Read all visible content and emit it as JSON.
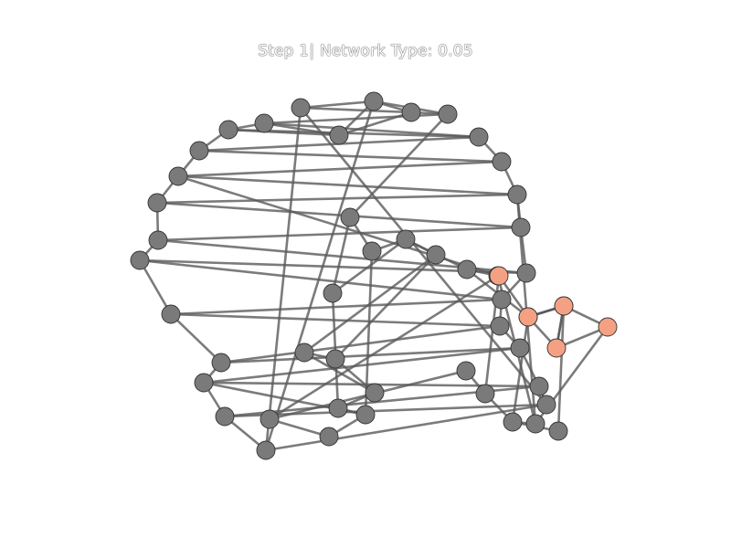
{
  "title": "Step 1| Network Type: 0.05",
  "colors": {
    "default_node": "#7a7a7a",
    "highlight_node": "#f4a183",
    "edge": "#5a5a5a"
  },
  "graph": {
    "nodes": [
      {
        "id": 0,
        "highlight": false
      },
      {
        "id": 1,
        "highlight": false
      },
      {
        "id": 2,
        "highlight": false
      },
      {
        "id": 3,
        "highlight": false
      },
      {
        "id": 4,
        "highlight": false
      },
      {
        "id": 5,
        "highlight": false
      },
      {
        "id": 6,
        "highlight": false
      },
      {
        "id": 7,
        "highlight": false
      },
      {
        "id": 8,
        "highlight": false
      },
      {
        "id": 9,
        "highlight": false
      },
      {
        "id": 10,
        "highlight": false
      },
      {
        "id": 11,
        "highlight": false
      },
      {
        "id": 12,
        "highlight": false
      },
      {
        "id": 13,
        "highlight": false
      },
      {
        "id": 14,
        "highlight": false
      },
      {
        "id": 15,
        "highlight": false
      },
      {
        "id": 16,
        "highlight": false
      },
      {
        "id": 17,
        "highlight": false
      },
      {
        "id": 18,
        "highlight": false
      },
      {
        "id": 19,
        "highlight": false
      },
      {
        "id": 20,
        "highlight": false
      },
      {
        "id": 21,
        "highlight": false
      },
      {
        "id": 22,
        "highlight": false
      },
      {
        "id": 23,
        "highlight": false
      },
      {
        "id": 24,
        "highlight": false
      },
      {
        "id": 25,
        "highlight": false
      },
      {
        "id": 26,
        "highlight": false
      },
      {
        "id": 27,
        "highlight": false
      },
      {
        "id": 28,
        "highlight": false
      },
      {
        "id": 29,
        "highlight": false
      },
      {
        "id": 30,
        "highlight": false
      },
      {
        "id": 31,
        "highlight": false
      },
      {
        "id": 32,
        "highlight": false
      },
      {
        "id": 33,
        "highlight": false
      },
      {
        "id": 34,
        "highlight": false
      },
      {
        "id": 35,
        "highlight": false
      },
      {
        "id": 36,
        "highlight": false
      },
      {
        "id": 37,
        "highlight": false
      },
      {
        "id": 38,
        "highlight": false
      },
      {
        "id": 39,
        "highlight": false
      },
      {
        "id": 40,
        "highlight": false
      },
      {
        "id": 41,
        "highlight": false
      },
      {
        "id": 42,
        "highlight": false
      },
      {
        "id": 43,
        "highlight": false
      },
      {
        "id": 44,
        "highlight": false
      },
      {
        "id": 45,
        "highlight": false
      },
      {
        "id": 46,
        "highlight": false
      },
      {
        "id": 47,
        "highlight": false
      },
      {
        "id": 48,
        "highlight": true
      },
      {
        "id": 49,
        "highlight": true
      },
      {
        "id": 50,
        "highlight": true
      },
      {
        "id": 51,
        "highlight": true
      },
      {
        "id": 52,
        "highlight": true
      }
    ],
    "edges": [
      [
        0,
        1
      ],
      [
        0,
        2
      ],
      [
        1,
        2
      ],
      [
        1,
        3
      ],
      [
        2,
        3
      ],
      [
        1,
        4
      ],
      [
        2,
        4
      ],
      [
        4,
        5
      ],
      [
        3,
        5
      ],
      [
        5,
        6
      ],
      [
        3,
        6
      ],
      [
        6,
        7
      ],
      [
        5,
        7
      ],
      [
        7,
        8
      ],
      [
        6,
        8
      ],
      [
        8,
        9
      ],
      [
        7,
        9
      ],
      [
        9,
        10
      ],
      [
        8,
        10
      ],
      [
        10,
        11
      ],
      [
        9,
        11
      ],
      [
        11,
        12
      ],
      [
        10,
        12
      ],
      [
        12,
        13
      ],
      [
        11,
        13
      ],
      [
        13,
        14
      ],
      [
        12,
        14
      ],
      [
        14,
        15
      ],
      [
        13,
        15
      ],
      [
        14,
        16
      ],
      [
        15,
        16
      ],
      [
        16,
        17
      ],
      [
        15,
        17
      ],
      [
        17,
        18
      ],
      [
        16,
        18
      ],
      [
        18,
        19
      ],
      [
        17,
        19
      ],
      [
        19,
        20
      ],
      [
        18,
        20
      ],
      [
        20,
        21
      ],
      [
        19,
        21
      ],
      [
        21,
        22
      ],
      [
        20,
        22
      ],
      [
        22,
        23
      ],
      [
        21,
        23
      ],
      [
        23,
        24
      ],
      [
        22,
        24
      ],
      [
        24,
        25
      ],
      [
        23,
        25
      ],
      [
        25,
        26
      ],
      [
        24,
        26
      ],
      [
        26,
        0
      ],
      [
        26,
        1
      ],
      [
        25,
        0
      ],
      [
        4,
        27
      ],
      [
        27,
        28
      ],
      [
        27,
        29
      ],
      [
        28,
        30
      ],
      [
        29,
        30
      ],
      [
        30,
        31
      ],
      [
        31,
        32
      ],
      [
        31,
        33
      ],
      [
        32,
        33
      ],
      [
        32,
        34
      ],
      [
        33,
        34
      ],
      [
        34,
        35
      ],
      [
        29,
        35
      ],
      [
        35,
        36
      ],
      [
        28,
        36
      ],
      [
        36,
        37
      ],
      [
        37,
        38
      ],
      [
        38,
        39
      ],
      [
        39,
        40
      ],
      [
        30,
        41
      ],
      [
        41,
        42
      ],
      [
        42,
        48
      ],
      [
        40,
        48
      ],
      [
        42,
        43
      ],
      [
        43,
        44
      ],
      [
        44,
        45
      ],
      [
        45,
        46
      ],
      [
        46,
        47
      ],
      [
        40,
        44
      ],
      [
        41,
        45
      ],
      [
        48,
        49
      ],
      [
        49,
        50
      ],
      [
        49,
        51
      ],
      [
        50,
        51
      ],
      [
        50,
        52
      ],
      [
        51,
        52
      ],
      [
        43,
        52
      ],
      [
        45,
        50
      ],
      [
        46,
        51
      ],
      [
        47,
        44
      ],
      [
        10,
        48
      ],
      [
        11,
        43
      ],
      [
        38,
        42
      ],
      [
        36,
        22
      ]
    ]
  }
}
